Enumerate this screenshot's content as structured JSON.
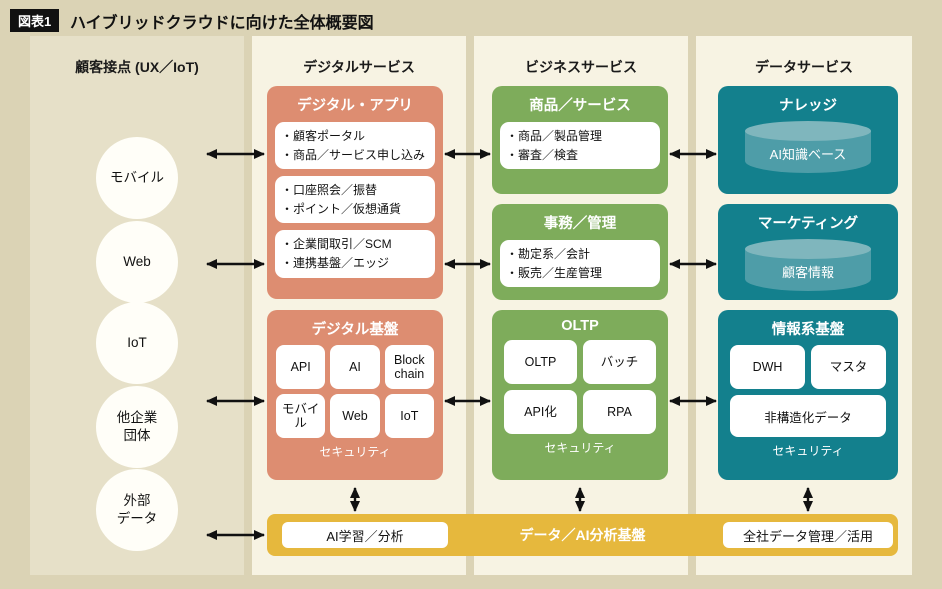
{
  "figure": {
    "tag": "図表1",
    "title": "ハイブリッドクラウドに向けた全体概要図"
  },
  "colors": {
    "page_bg": "#DBD3B5",
    "col1_bg": "#E6E0C8",
    "col_bg": "#F7F3E3",
    "salmon": "#DD8D71",
    "green": "#7EAC5B",
    "teal": "#13808D",
    "yellow": "#E6B83D",
    "cylinder_body": "#4E9DA8",
    "cylinder_top": "#7FB6BD",
    "arrow": "#111111"
  },
  "headers": {
    "contacts": "顧客接点 (UX／IoT)",
    "digital": "デジタルサービス",
    "business": "ビジネスサービス",
    "data": "データサービス"
  },
  "contacts": [
    {
      "lines": [
        "モバイル"
      ]
    },
    {
      "lines": [
        "Web"
      ]
    },
    {
      "lines": [
        "IoT"
      ]
    },
    {
      "lines": [
        "他企業",
        "団体"
      ]
    },
    {
      "lines": [
        "外部",
        "データ"
      ]
    }
  ],
  "digital": {
    "app": {
      "title": "デジタル・アプリ",
      "boxes": [
        {
          "items": [
            "・顧客ポータル",
            "・商品／サービス申し込み"
          ]
        },
        {
          "items": [
            "・口座照会／振替",
            "・ポイント／仮想通貨"
          ]
        },
        {
          "items": [
            "・企業間取引／SCM",
            "・連携基盤／エッジ"
          ]
        }
      ]
    },
    "platform": {
      "title": "デジタル基盤",
      "cells": [
        "API",
        "AI",
        "Block chain",
        "モバイル",
        "Web",
        "IoT"
      ],
      "security": "セキュリティ"
    }
  },
  "business": {
    "product": {
      "title": "商品／サービス",
      "items": [
        "・商品／製品管理",
        "・審査／検査"
      ]
    },
    "admin": {
      "title": "事務／管理",
      "items": [
        "・勘定系／会計",
        "・販売／生産管理"
      ]
    },
    "oltp": {
      "title": "OLTP",
      "cells": [
        "OLTP",
        "バッチ",
        "API化",
        "RPA"
      ],
      "security": "セキュリティ"
    }
  },
  "data_services": {
    "knowledge": {
      "title": "ナレッジ",
      "db": "AI知識ベース"
    },
    "marketing": {
      "title": "マーケティング",
      "db": "顧客情報"
    },
    "info_platform": {
      "title": "情報系基盤",
      "cells": [
        "DWH",
        "マスタ"
      ],
      "wide_cell": "非構造化データ",
      "security": "セキュリティ"
    }
  },
  "foundation": {
    "left_box": "AI学習／分析",
    "title": "データ／AI分析基盤",
    "right_box": "全社データ管理／活用"
  }
}
